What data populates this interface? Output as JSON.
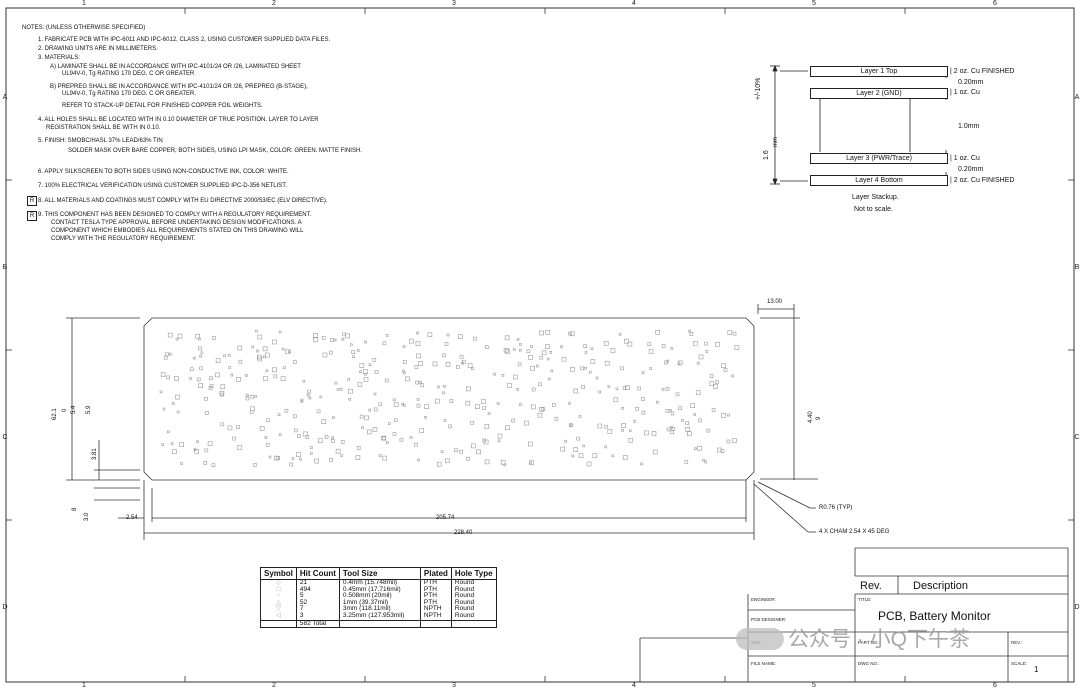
{
  "zones": {
    "columns": [
      "1",
      "2",
      "3",
      "4",
      "5",
      "6"
    ],
    "rows": [
      "A",
      "B",
      "C",
      "D"
    ]
  },
  "notes": [
    "NOTES: (UNLESS OTHERWISE SPECIFIED)",
    "1. FABRICATE PCB WITH IPC-6011 AND IPC-6012, CLASS 2, USING CUSTOMER SUPPLIED DATA FILES.",
    "2. DRAWING UNITS ARE IN MILLIMETERS.",
    "3. MATERIALS:",
    "A) LAMINATE SHALL BE IN ACCORDANCE WITH IPC-4101/24 OR /26, LAMINATED SHEET",
    "UL94V-0, Tg RATING 170 DEG. C OR GREATER",
    "B) PREPREG SHALL BE IN ACCORDANCE WITH IPC-4101/24 OR /26, PREPREG (B-STAGE),",
    "UL94V-0, Tg RATING 170 DEG. C OR GREATER.",
    "REFER TO STACK-UP DETAIL FOR FINISHED COPPER FOIL WEIGHTS.",
    "4. ALL HOLES SHALL BE LOCATED WITH IN 0.10 DIAMETER OF TRUE POSITION. LAYER TO LAYER",
    "REGISTRATION SHALL BE WITH IN 0.10.",
    "5. FINISH: SMOBC/HASL 37% LEAD/63% TIN",
    "SOLDER MASK OVER BARE COPPER, BOTH SIDES, USING LPI MASK, COLOR: GREEN. MATTE FINISH.",
    "6. APPLY SILKSCREEN TO BOTH SIDES USING NON-CONDUCTIVE INK, COLOR: WHITE.",
    "7. 100% ELECTRICAL VERIFICATION USING CUSTOMER SUPPLIED IPC-D-356 NETLIST.",
    "8. ALL MATERIALS AND COATINGS MUST COMPLY WITH EU DIRECTIVE 2000/53/EC (ELV DIRECTIVE).",
    "9. THIS COMPONENT HAS BEEN DESIGNED TO COMPLY WITH A REGULATORY REQUIREMENT.",
    "CONTACT TESLA TYPE APPROVAL BEFORE UNDERTAKING DESIGN MODIFICATIONS. A",
    "COMPONENT WHICH EMBODIES ALL REQUIREMENTS STATED ON THIS DRAWING WILL",
    "COMPLY WITH THE REGULATORY REQUIREMENT."
  ],
  "reg_marker": "R",
  "stackup": {
    "layers": [
      "Layer 1 Top",
      "Layer 2 (GND)",
      "Layer 3 (PWR/Trace)",
      "Layer 4 Bottom"
    ],
    "right_notes": [
      "2 oz. Cu FINISHED",
      "0.20mm",
      "1 oz. Cu",
      "1.0mm",
      "1 oz. Cu",
      "0.20mm",
      "2 oz. Cu FINISHED"
    ],
    "tolerance": "+/-10%",
    "thickness": "1.6",
    "unit": "mm",
    "caption_1": "Layer Stackup.",
    "caption_2": "Not to scale."
  },
  "dimensions": {
    "d13": "13.00",
    "d62": "62.1",
    "d0": "0",
    "d54": "5.4",
    "d59": "5.9",
    "d381": "3.81",
    "d8": "8",
    "d30": "3.0",
    "d254": "2.54",
    "d20574": "205.74",
    "d22840": "228.40",
    "d440": "4.40",
    "d9": "9",
    "r076": "R0.76 (TYP)",
    "cham": "4 X CHAM 2.54 X 45 DEG"
  },
  "drill_table": {
    "headers": [
      "Symbol",
      "Hit Count",
      "Tool Size",
      "Plated",
      "Hole Type"
    ],
    "rows": [
      {
        "hits": "21",
        "size": "0.4mm (15.748mil)",
        "plated": "PTH",
        "type": "Round"
      },
      {
        "hits": "494",
        "size": "0.45mm (17.716mil)",
        "plated": "PTH",
        "type": "Round"
      },
      {
        "hits": "5",
        "size": "0.508mm (20mil)",
        "plated": "PTH",
        "type": "Round"
      },
      {
        "hits": "52",
        "size": "1mm (39.37mil)",
        "plated": "PTH",
        "type": "Round"
      },
      {
        "hits": "7",
        "size": "3mm (118.11mil)",
        "plated": "NPTH",
        "type": "Round"
      },
      {
        "hits": "3",
        "size": "3.25mm (127.953mil)",
        "plated": "NPTH",
        "type": "Round"
      }
    ],
    "total": "582 Total"
  },
  "title_block": {
    "rev_label": "Rev.",
    "description_label": "Description",
    "engineer_label": "ENGINEER:",
    "pcb_designer_label": "PCB DESIGNER:",
    "title_label": "TITLE:",
    "title": "PCB, Battery Monitor",
    "part_no_label": "PART NO.:",
    "rev_small_label": "REV.:",
    "file_name_label": "FILE NAME:",
    "dwg_no_label": "DWG NO.:",
    "scale_label": "SCALE:",
    "scale_value": "1",
    "check_label": "CHK:"
  },
  "watermark": "公众号 · 小Q下午茶"
}
